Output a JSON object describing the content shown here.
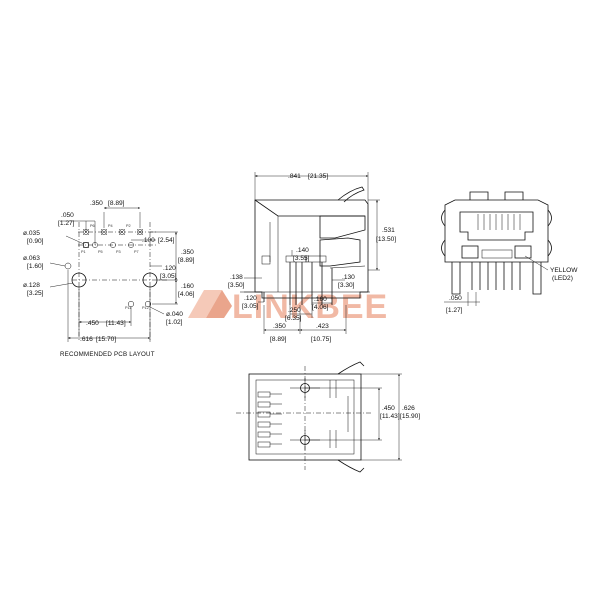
{
  "watermark": {
    "text": "LINKBEE",
    "color": "#f2b8a2"
  },
  "pcb_layout": {
    "caption": "RECOMMENDED PCB LAYOUT",
    "dims": {
      "d050_in": ".050",
      "d050_mm": "[1.27]",
      "d350_in": ".350",
      "d350_mm": "[8.89]",
      "hole035_in": "ø.035",
      "hole035_mm": "[0.90]",
      "d100_in": ".100",
      "d100_mm": "[2.54]",
      "v350_in": ".350",
      "v350_mm": "[8.89]",
      "hole063_in": "ø.063",
      "hole063_mm": "[1.60]",
      "d120_in": ".120",
      "d120_mm": "[3.05]",
      "hole128_in": "ø.128",
      "hole128_mm": "[3.25]",
      "d160_in": ".160",
      "d160_mm": "[4.06]",
      "hole040_in": "ø.040",
      "hole040_mm": "[1.02]",
      "d450_in": ".450",
      "d450_mm": "[11.43]",
      "d616_in": ".616",
      "d616_mm": "[15.70]"
    },
    "pin_labels": [
      "P7",
      "P6",
      "P5",
      "P4",
      "P3",
      "P2",
      "P1",
      "P11",
      "P12"
    ]
  },
  "side_view": {
    "dims": {
      "len841_in": ".841",
      "len841_mm": "[21.35]",
      "h531_in": ".531",
      "h531_mm": "[13.50]",
      "d140_in": ".140",
      "d140_mm": "[3.55]",
      "d138_in": ".138",
      "d138_mm": "[3.50]",
      "d130_in": ".130",
      "d130_mm": "[3.30]",
      "d120_in": ".120",
      "d120_mm": "[3.05]",
      "d250_in": ".250",
      "d250_mm": "[6.35]",
      "d160_in": ".160",
      "d160_mm": "[4.06]",
      "d350_in": ".350",
      "d350_mm": "[8.89]",
      "d423_in": ".423",
      "d423_mm": "[10.75]"
    }
  },
  "front_view": {
    "led_label": "YELLOW",
    "led_sub": "(LED2)",
    "d050_in": ".050",
    "d050_mm": "[1.27]"
  },
  "bottom_view": {
    "d450_in": ".450",
    "d450_mm": "[11.43]",
    "d626_in": ".626",
    "d626_mm": "[15.90]"
  }
}
